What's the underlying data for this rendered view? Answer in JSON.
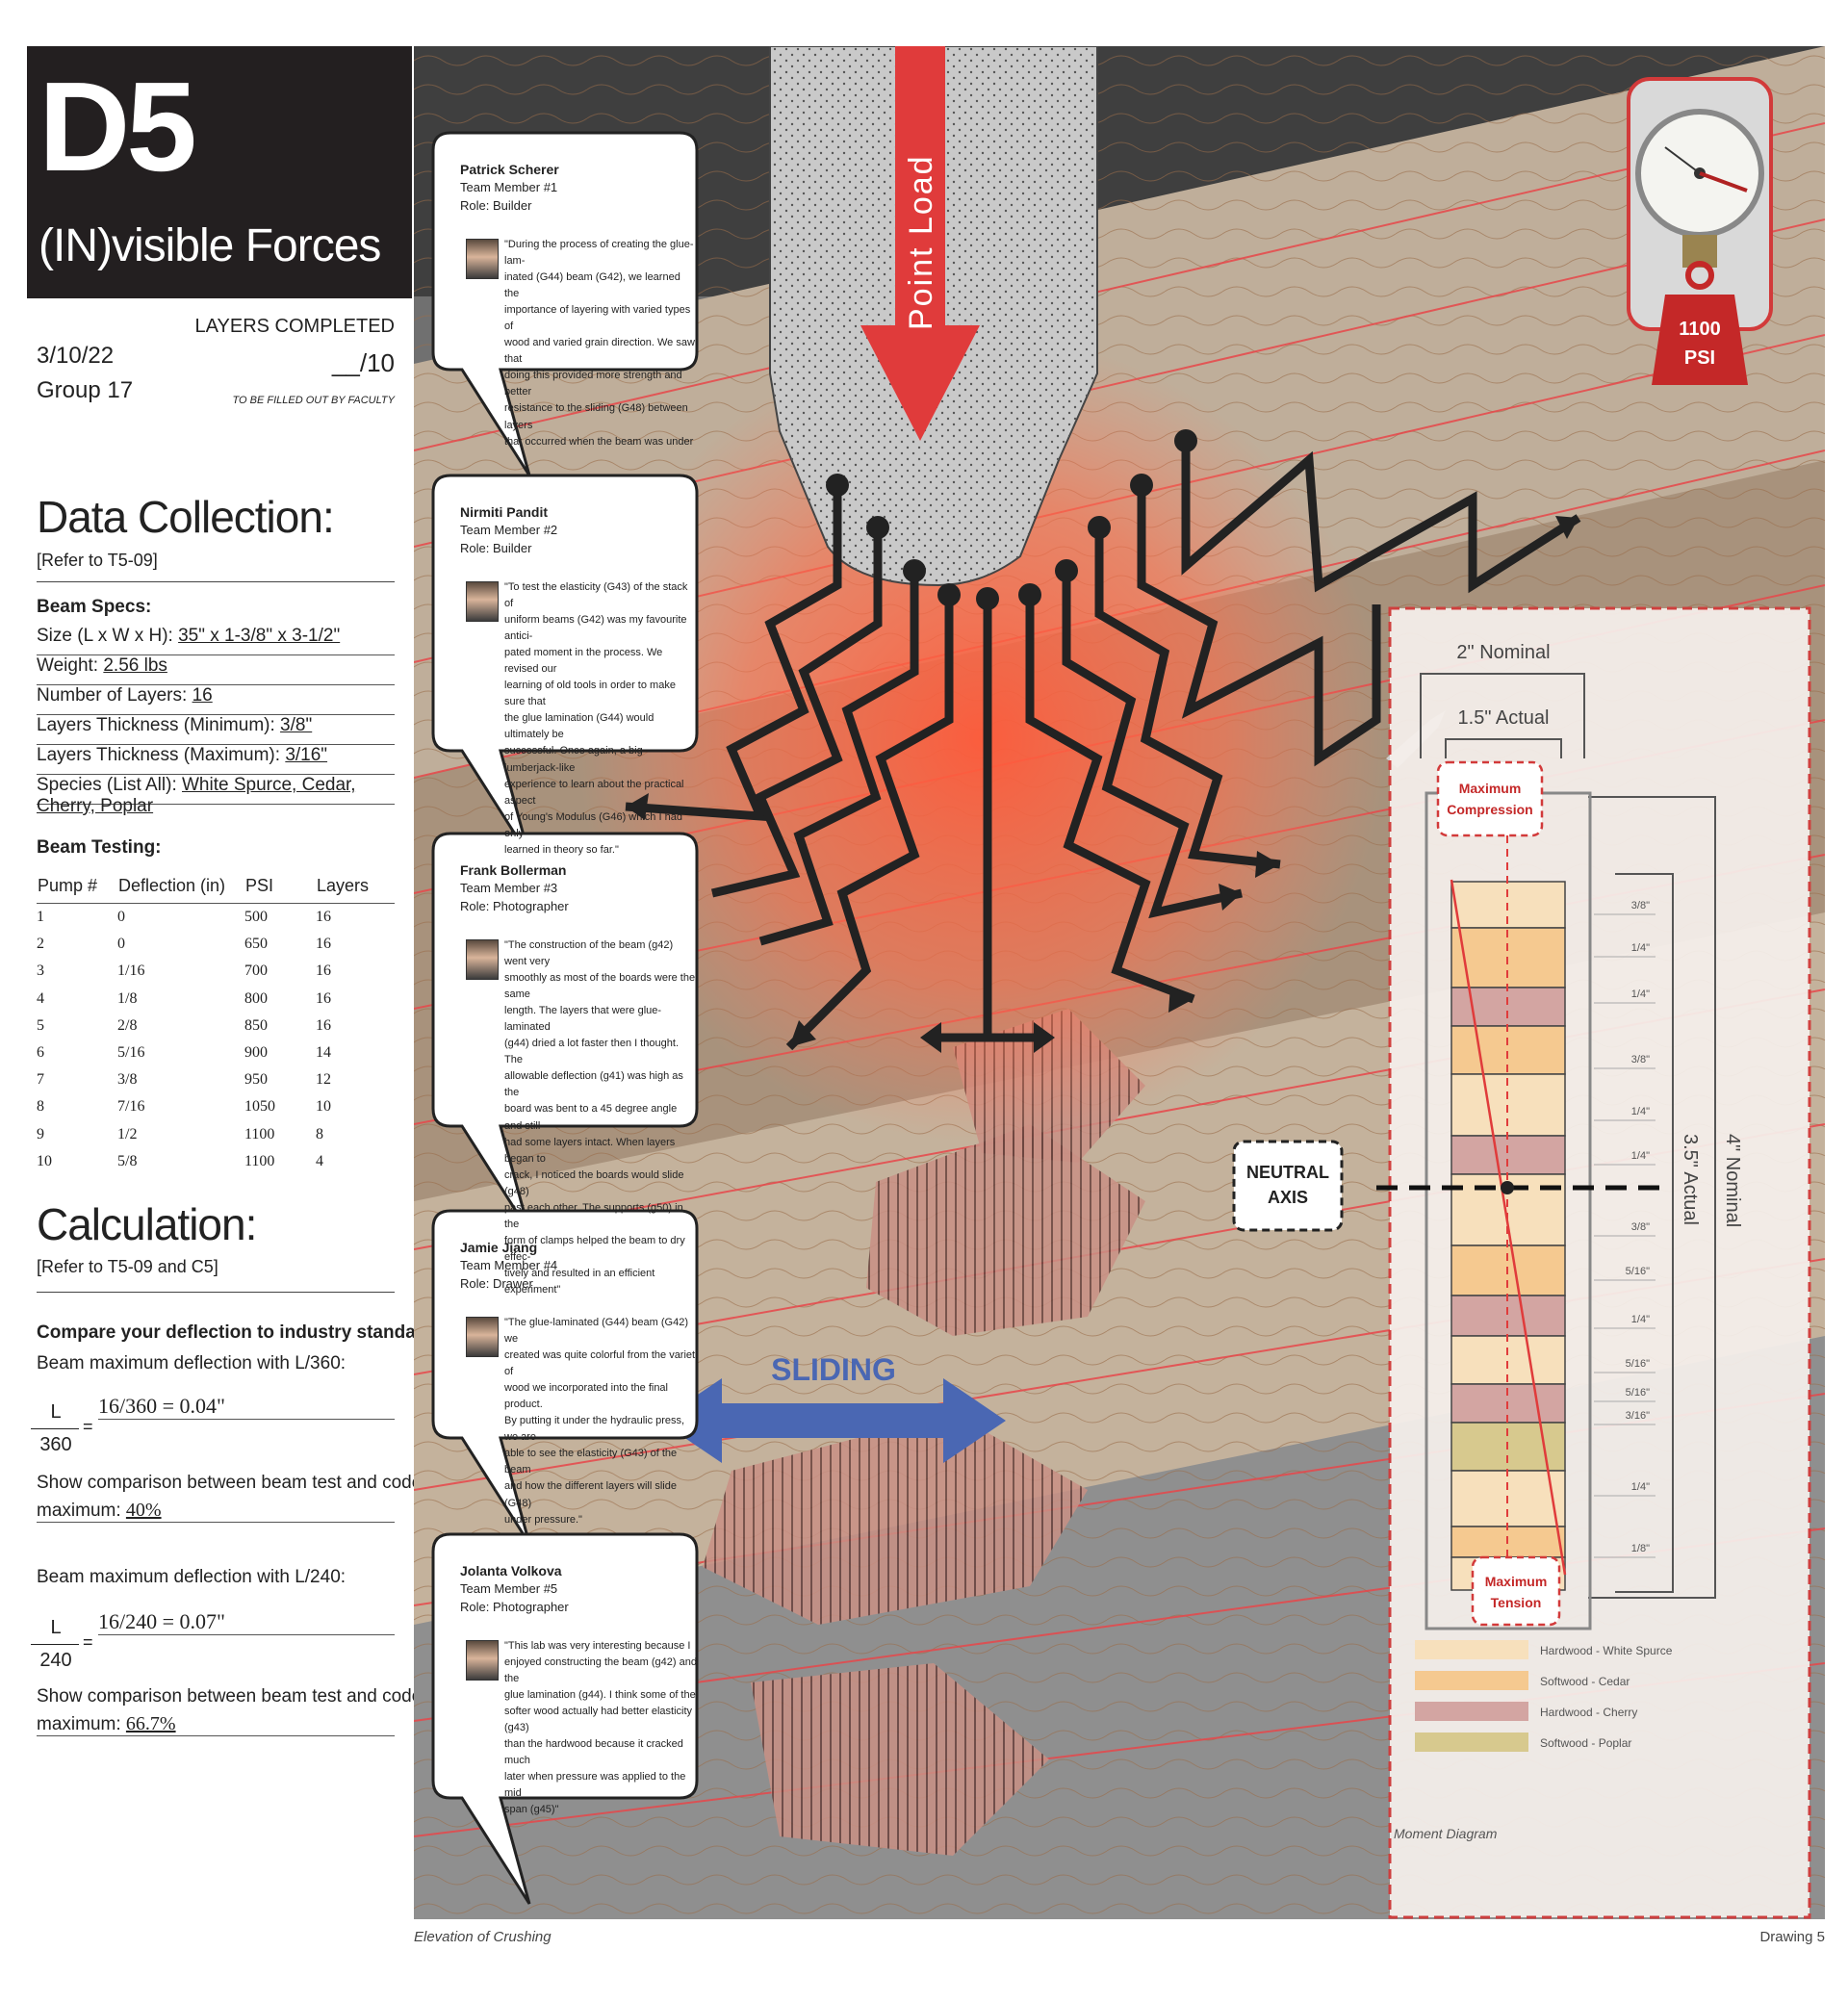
{
  "header": {
    "code": "D5",
    "subtitle": "(IN)visible Forces",
    "layers_label": "LAYERS COMPLETED",
    "layers_value": "__/10",
    "faculty_note": "TO BE FILLED OUT BY FACULTY",
    "date": "3/10/22",
    "group": "Group 17"
  },
  "data_collection": {
    "title": "Data Collection:",
    "ref": "[Refer to T5-09]",
    "beam_specs_label": "Beam Specs:",
    "specs": [
      {
        "label": "Size (L x W x H): ",
        "value": "35\" x 1-3/8\" x 3-1/2\""
      },
      {
        "label": "Weight: ",
        "value": "2.56 lbs"
      },
      {
        "label": "Number of Layers: ",
        "value": "16"
      },
      {
        "label": "Layers Thickness (Minimum): ",
        "value": "3/8\""
      },
      {
        "label": "Layers Thickness (Maximum): ",
        "value": "3/16\""
      },
      {
        "label": "Species (List All): ",
        "value": "White Spurce, Cedar, Cherry, Poplar"
      }
    ],
    "beam_testing_label": "Beam Testing:",
    "table_headers": [
      "Pump #",
      "Deflection (in)",
      "PSI",
      "Layers"
    ],
    "table_rows": [
      [
        "1",
        "0",
        "500",
        "16"
      ],
      [
        "2",
        "0",
        "650",
        "16"
      ],
      [
        "3",
        "1/16",
        "700",
        "16"
      ],
      [
        "4",
        "1/8",
        "800",
        "16"
      ],
      [
        "5",
        "2/8",
        "850",
        "16"
      ],
      [
        "6",
        "5/16",
        "900",
        "14"
      ],
      [
        "7",
        "3/8",
        "950",
        "12"
      ],
      [
        "8",
        "7/16",
        "1050",
        "10"
      ],
      [
        "9",
        "1/2",
        "1100",
        "8"
      ],
      [
        "10",
        "5/8",
        "1100",
        "4"
      ]
    ]
  },
  "calculation": {
    "title": "Calculation:",
    "ref": "[Refer to T5-09 and C5]",
    "compare_label": "Compare your deflection to industry standard:",
    "c360": {
      "label": "Beam maximum deflection with L/360:",
      "num": "L",
      "den": "360",
      "eq": "=",
      "result": "16/360 = 0.04\"",
      "cmp_label1": "Show comparison between beam test and code",
      "cmp_label2": "maximum: ",
      "cmp_value": "40%"
    },
    "c240": {
      "label": "Beam maximum deflection with L/240:",
      "num": "L",
      "den": "240",
      "eq": "=",
      "result": "16/240 = 0.07\"",
      "cmp_label1": "Show comparison between beam test and code",
      "cmp_label2": "maximum: ",
      "cmp_value": "66.7%"
    }
  },
  "drawing": {
    "point_load": "Point Load",
    "psi_badge": "1100",
    "psi_unit": "PSI",
    "sliding": "SLIDING",
    "neutral_axis_1": "NEUTRAL",
    "neutral_axis_2": "AXIS",
    "max_compression_1": "Maximum",
    "max_compression_2": "Compression",
    "max_tension_1": "Maximum",
    "max_tension_2": "Tension",
    "nominal_width": "2\" Nominal",
    "actual_width": "1.5\" Actual",
    "actual_height": "3.5\" Actual",
    "nominal_height": "4\" Nominal",
    "moment_diagram": "Moment Diagram",
    "layer_labels": [
      "3/8\"",
      "1/4\"",
      "1/4\"",
      "3/8\"",
      "1/4\"",
      "1/4\"",
      "3/8\"",
      "5/16\"",
      "1/4\"",
      "5/16\"",
      "5/16\"",
      "3/16\"",
      "1/4\"",
      "1/8\""
    ],
    "legend": [
      {
        "label": "Hardwood - White Spurce",
        "color": "#f7e0bc"
      },
      {
        "label": "Softwood - Cedar",
        "color": "#f5c990"
      },
      {
        "label": "Hardwood - Cherry",
        "color": "#d3a5a2"
      },
      {
        "label": "Softwood - Poplar",
        "color": "#d7c98e"
      }
    ]
  },
  "team": [
    {
      "name": "Patrick Scherer",
      "member": "Team Member #1",
      "role": "Role: Builder",
      "quote": [
        "\"During the process of creating the glue-lam-",
        "inated (G44) beam (G42), we learned the",
        "importance of layering with varied types of",
        "wood and varied grain direction. We saw that",
        "doing this provided more strength and better",
        "resistance to the sliding (G48) between layers",
        "that occurred when the beam was under"
      ]
    },
    {
      "name": "Nirmiti Pandit",
      "member": "Team Member #2",
      "role": "Role: Builder",
      "quote": [
        "\"To test the elasticity (G43) of the stack of",
        "uniform beams (G42) was my favourite antici-",
        "pated moment in the process. We revised our",
        "learning of old tools in order to make sure that",
        "the glue lamination (G44) would ultimately be",
        "successful. Once again, a big lumberjack-like",
        "experience to learn about the practical aspect",
        "of Young's Modulus (G46) which I had only",
        "learned in theory so far.\""
      ]
    },
    {
      "name": "Frank Bollerman",
      "member": "Team Member #3",
      "role": "Role: Photographer",
      "quote": [
        "\"The construction of the beam (g42) went very",
        "smoothly as most of the boards were the same",
        "length. The layers that were glue-laminated",
        "(g44) dried a lot faster then I thought. The",
        "allowable deflection (g41) was high as the",
        "board was bent to a 45 degree angle and still",
        "had some layers intact. When layers began to",
        "crack, I noticed the boards would slide (g48)",
        "past each other. The supports (g50) in the",
        "form of clamps helped the beam to dry effec-",
        "tively and resulted in an efficient experiment\""
      ]
    },
    {
      "name": "Jamie Jiang",
      "member": "Team Member #4",
      "role": "Role: Drawer",
      "quote": [
        "\"The glue-laminated (G44) beam (G42) we",
        "created was quite colorful from the variet of",
        "wood we incorporated into the final product.",
        "By putting it under the hydraulic press, we are",
        "able to see the elasticity (G43) of the beam",
        "and how the different layers will slide (G48)",
        "under pressure.\""
      ]
    },
    {
      "name": "Jolanta Volkova",
      "member": "Team Member #5",
      "role": "Role: Photographer",
      "quote": [
        "\"This lab was very interesting because I",
        "enjoyed constructing the beam (g42) and the",
        "glue lamination (g44). I think some of the",
        "softer wood actually had better elasticity (g43)",
        "than the hardwood because it cracked much",
        "later when pressure was applied to the mid",
        "span (g45)\""
      ]
    }
  ],
  "captions": {
    "left": "Elevation of Crushing",
    "right": "Drawing 5"
  }
}
